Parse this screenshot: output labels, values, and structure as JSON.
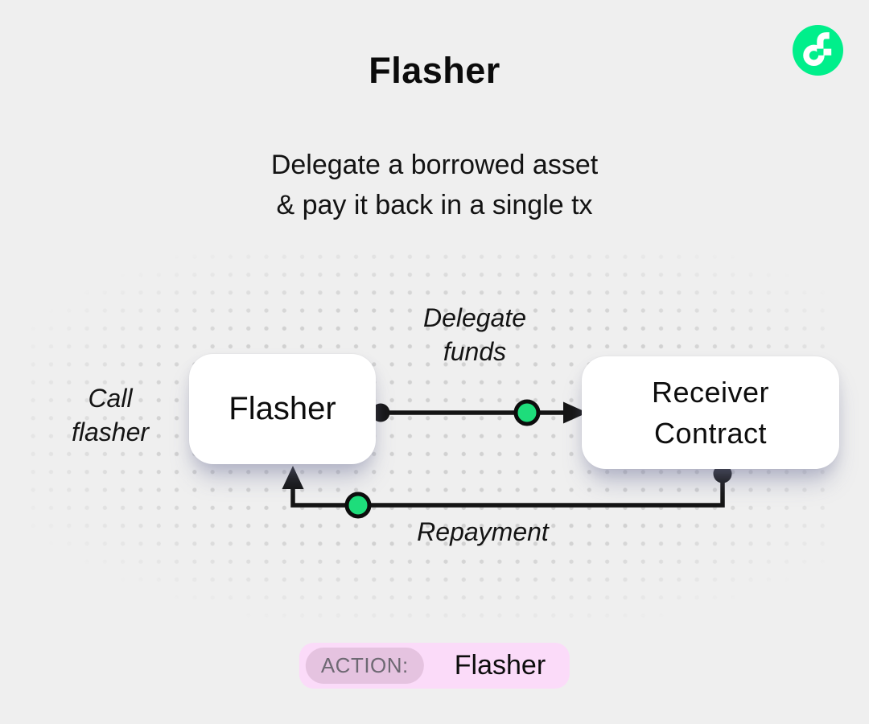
{
  "header": {
    "title": "Flasher",
    "subtitle_line1": "Delegate a borrowed asset",
    "subtitle_line2": "& pay it back in a single tx"
  },
  "logo": {
    "name": "flow-logo"
  },
  "diagram": {
    "nodes": {
      "flasher": {
        "label": "Flasher"
      },
      "receiver": {
        "label_line1": "Receiver",
        "label_line2": "Contract"
      }
    },
    "edges": {
      "call": {
        "label_line1": "Call",
        "label_line2": "flasher"
      },
      "delegate": {
        "label_line1": "Delegate",
        "label_line2": "funds"
      },
      "repayment": {
        "label": "Repayment"
      }
    }
  },
  "action": {
    "badge": "ACTION:",
    "value": "Flasher"
  },
  "colors": {
    "background": "#efefef",
    "line": "#141414",
    "token_green": "#1edd7b",
    "flow_green": "#00ef8b",
    "pill_bg": "#fbdbf9",
    "badge_bg": "#e5c3e0",
    "badge_text": "#6e6973",
    "dot_grid": "#d1d1d1"
  }
}
